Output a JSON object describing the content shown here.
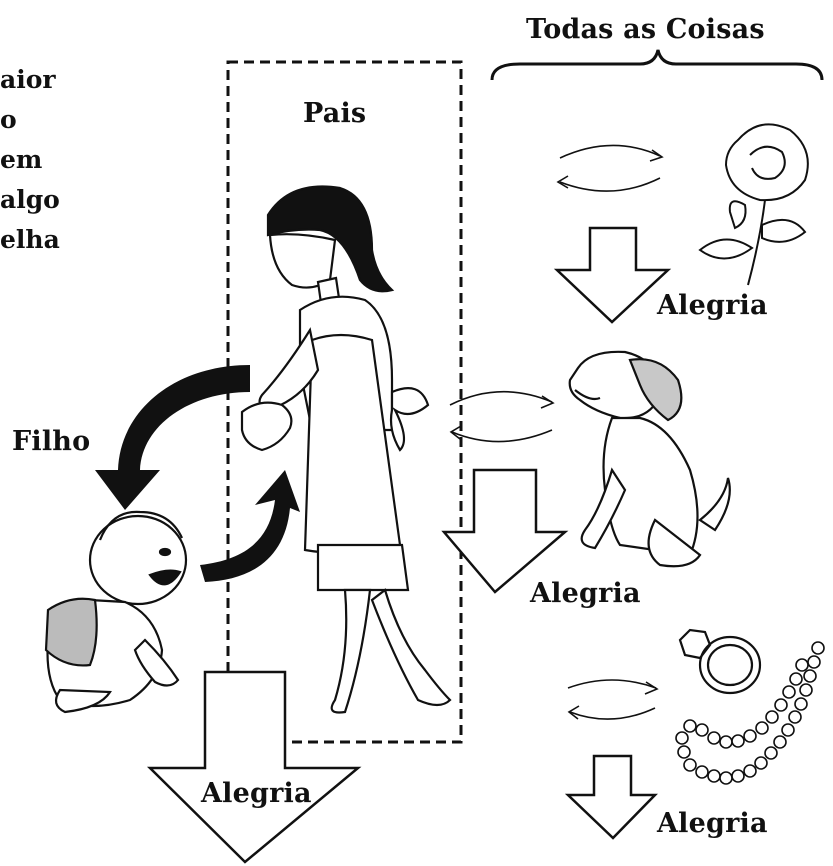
{
  "left_text_lines": [
    "aior",
    "o",
    "em",
    "algo",
    "elha"
  ],
  "labels": {
    "todas": "Todas as Coisas",
    "pais": "Pais",
    "filho": "Filho",
    "alegria_flower": "Alegria",
    "alegria_dog": "Alegria",
    "alegria_parent": "Alegria",
    "alegria_jewelry": "Alegria"
  },
  "colors": {
    "ink": "#111111",
    "paper": "#ffffff"
  }
}
